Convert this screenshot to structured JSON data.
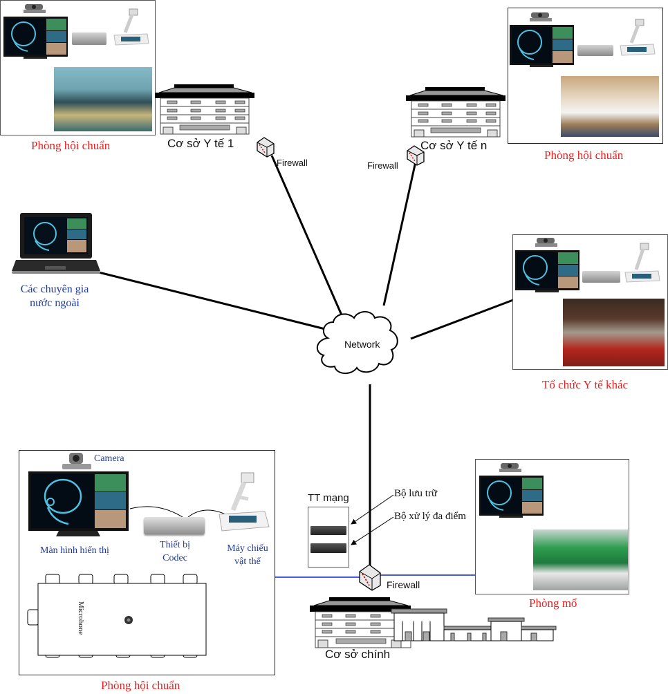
{
  "diagram": {
    "title": "Telemedicine videoconference network topology",
    "network": {
      "label": "Network"
    },
    "sites": {
      "facility_1": {
        "label": "Cơ sở Y tế 1",
        "firewall": "Firewall",
        "room_label": "Phòng hội chuẩn"
      },
      "facility_n": {
        "label": "Cơ sở Y tế n",
        "firewall": "Firewall",
        "room_label": "Phòng hội chuẩn"
      },
      "experts": {
        "label_line1": "Các chuyên gia",
        "label_line2": "nước ngoài"
      },
      "other_org": {
        "label": "Tổ chức Y tế khác"
      },
      "main_campus": {
        "label": "Cơ sở chính",
        "firewall": "Firewall",
        "network_center": {
          "label": "TT mạng",
          "devices": [
            "Bộ lưu trữ",
            "Bộ xử lý đa điểm"
          ]
        },
        "conference_room": {
          "label": "Phòng hội chuẩn",
          "camera": "Camera",
          "display": "Màn hình hiển thị",
          "codec_line1": "Thiết bị",
          "codec_line2": "Codec",
          "projector_line1": "Máy chiếu",
          "projector_line2": "vật thể",
          "microphone": "Microhone"
        },
        "operating_room": {
          "label": "Phòng mổ"
        }
      }
    },
    "colors": {
      "site_label": "#e8201f",
      "device_label": "#1f3a93",
      "link": "#000000",
      "lan_link": "#0a24d6"
    }
  }
}
